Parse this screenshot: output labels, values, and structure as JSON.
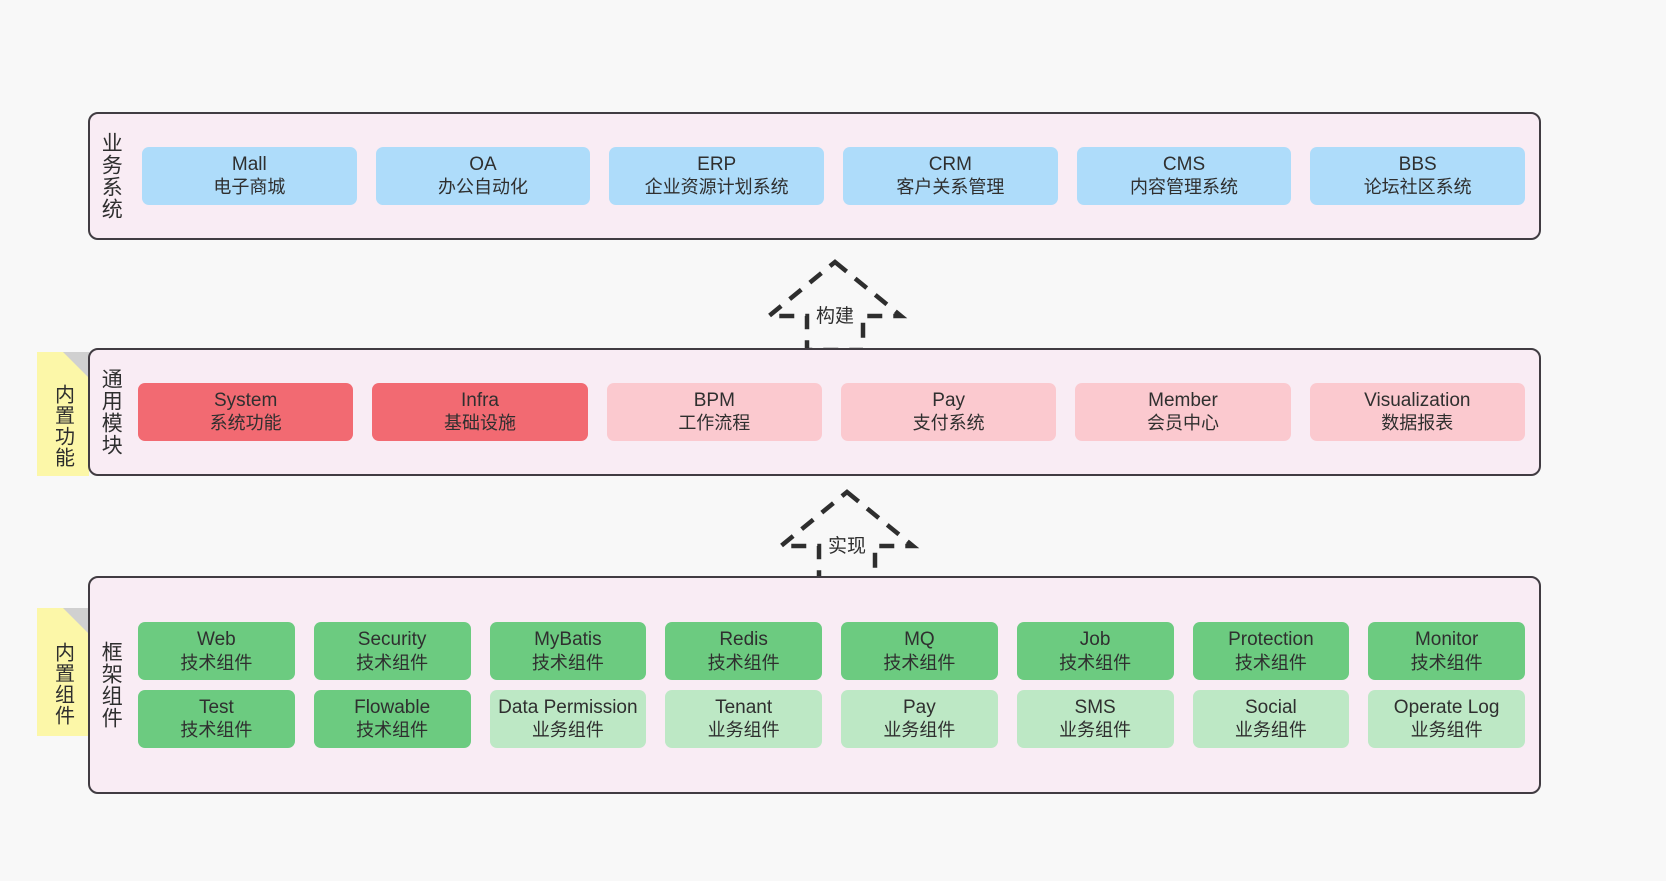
{
  "canvas": {
    "background": "#f8f8f8",
    "panel_background": "#f9ecf4",
    "panel_border": "#413c42",
    "sticky_background": "#fcf7a8",
    "colors": {
      "blue": "#aedcfa",
      "red": "#f26a72",
      "pink": "#fbc9cf",
      "green": "#6ccb80",
      "light_green": "#bde8c5"
    }
  },
  "panels": {
    "business": {
      "title": "业务系统",
      "cards": [
        {
          "en": "Mall",
          "cn": "电子商城",
          "color": "blue"
        },
        {
          "en": "OA",
          "cn": "办公自动化",
          "color": "blue"
        },
        {
          "en": "ERP",
          "cn": "企业资源计划系统",
          "color": "blue"
        },
        {
          "en": "CRM",
          "cn": "客户关系管理",
          "color": "blue"
        },
        {
          "en": "CMS",
          "cn": "内容管理系统",
          "color": "blue"
        },
        {
          "en": "BBS",
          "cn": "论坛社区系统",
          "color": "blue"
        }
      ]
    },
    "common": {
      "title": "通用模块",
      "sticky": "内置功能",
      "cards": [
        {
          "en": "System",
          "cn": "系统功能",
          "color": "red"
        },
        {
          "en": "Infra",
          "cn": "基础设施",
          "color": "red"
        },
        {
          "en": "BPM",
          "cn": "工作流程",
          "color": "pink"
        },
        {
          "en": "Pay",
          "cn": "支付系统",
          "color": "pink"
        },
        {
          "en": "Member",
          "cn": "会员中心",
          "color": "pink"
        },
        {
          "en": "Visualization",
          "cn": "数据报表",
          "color": "pink"
        }
      ]
    },
    "framework": {
      "title": "框架组件",
      "sticky": "内置组件",
      "rows": [
        [
          {
            "en": "Web",
            "cn": "技术组件",
            "color": "green"
          },
          {
            "en": "Security",
            "cn": "技术组件",
            "color": "green"
          },
          {
            "en": "MyBatis",
            "cn": "技术组件",
            "color": "green"
          },
          {
            "en": "Redis",
            "cn": "技术组件",
            "color": "green"
          },
          {
            "en": "MQ",
            "cn": "技术组件",
            "color": "green"
          },
          {
            "en": "Job",
            "cn": "技术组件",
            "color": "green"
          },
          {
            "en": "Protection",
            "cn": "技术组件",
            "color": "green"
          },
          {
            "en": "Monitor",
            "cn": "技术组件",
            "color": "green"
          }
        ],
        [
          {
            "en": "Test",
            "cn": "技术组件",
            "color": "green"
          },
          {
            "en": "Flowable",
            "cn": "技术组件",
            "color": "green"
          },
          {
            "en": "Data Permission",
            "cn": "业务组件",
            "color": "lgreen"
          },
          {
            "en": "Tenant",
            "cn": "业务组件",
            "color": "lgreen"
          },
          {
            "en": "Pay",
            "cn": "业务组件",
            "color": "lgreen"
          },
          {
            "en": "SMS",
            "cn": "业务组件",
            "color": "lgreen"
          },
          {
            "en": "Social",
            "cn": "业务组件",
            "color": "lgreen"
          },
          {
            "en": "Operate Log",
            "cn": "业务组件",
            "color": "lgreen"
          }
        ]
      ]
    }
  },
  "connectors": [
    {
      "label": "构建",
      "direction": "up",
      "style": "dashed-hollow-arrow"
    },
    {
      "label": "实现",
      "direction": "up",
      "style": "dashed-hollow-arrow"
    }
  ]
}
